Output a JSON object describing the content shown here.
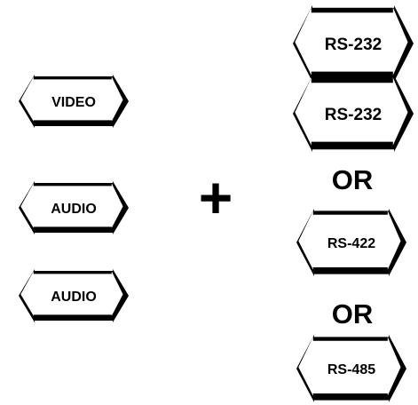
{
  "left_signals": [
    {
      "label": "VIDEO"
    },
    {
      "label": "AUDIO"
    },
    {
      "label": "AUDIO"
    }
  ],
  "plus_symbol": "+",
  "right_signals": [
    {
      "label": "RS-232"
    },
    {
      "label": "RS-232"
    },
    {
      "label": "RS-422"
    },
    {
      "label": "RS-485"
    }
  ],
  "connectors": [
    {
      "label": "OR"
    },
    {
      "label": "OR"
    }
  ],
  "colors": {
    "ink": "#000000",
    "fill": "#ffffff"
  }
}
